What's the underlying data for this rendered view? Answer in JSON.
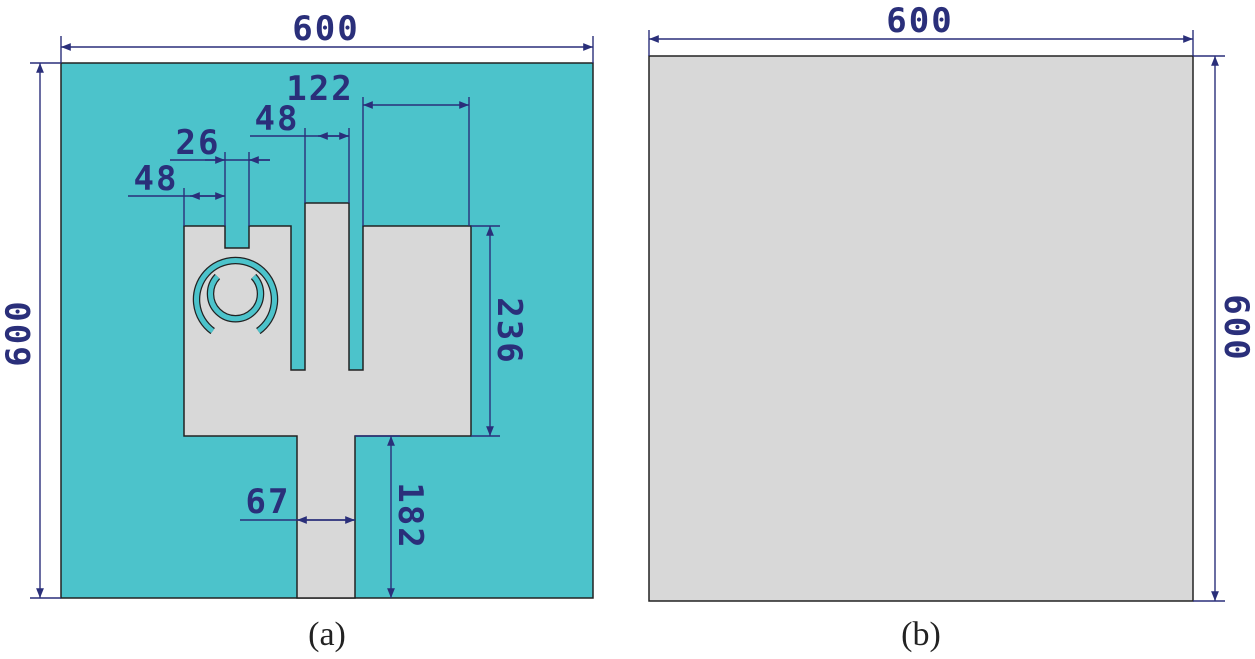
{
  "colors": {
    "substrate": "#4cc3cb",
    "metal": "#d8d8d8",
    "outline": "#222222",
    "dimension": "#2a2f7a",
    "caption": "#222222"
  },
  "panel_a": {
    "caption": "(a)",
    "dim_width": "600",
    "dim_height": "600",
    "dim_slot_gap": "122",
    "dim_slot2_width": "48",
    "dim_slot1_width": "26",
    "dim_slot1_offset": "48",
    "dim_patch_height": "236",
    "dim_feed_width": "67",
    "dim_feed_length": "182"
  },
  "panel_b": {
    "caption": "(b)",
    "dim_width": "600",
    "dim_height": "600"
  }
}
